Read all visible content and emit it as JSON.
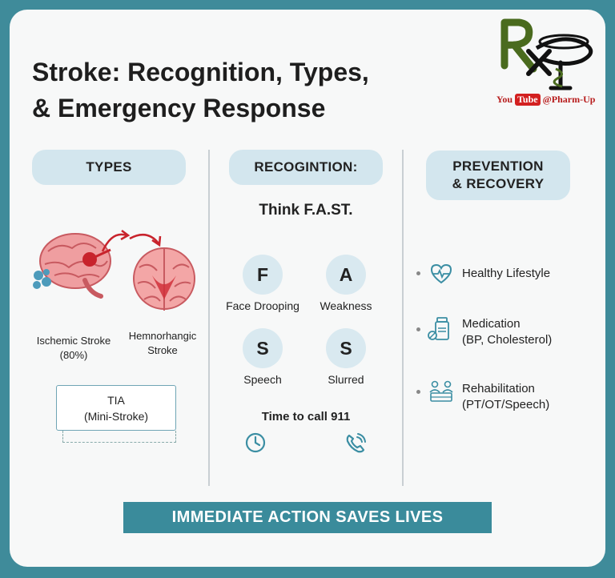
{
  "title": {
    "line1": "Stroke: Recognition, Types,",
    "line2": "& Emergency Response"
  },
  "logo": {
    "mark": "Rx",
    "youtube_you": "You",
    "youtube_tube": "Tube",
    "handle": "@Pharm-Up",
    "accent": "#b71c1c"
  },
  "types": {
    "header": "TYPES",
    "ischemic_label_line1": "Ischemic Stroke",
    "ischemic_label_line2": "(80%)",
    "hemorrhagic_label_line1": "Hemnorhangic",
    "hemorrhagic_label_line2": "Stroke",
    "tia_line1": "TIA",
    "tia_line2": "(Mini-Stroke)"
  },
  "recognition": {
    "header": "RECOGINTION:",
    "think": "Think F.A.ST.",
    "fast": [
      {
        "letter": "F",
        "label": "Face Drooping"
      },
      {
        "letter": "A",
        "label": "Weakness"
      },
      {
        "letter": "S",
        "label": "Speech"
      },
      {
        "letter": "S",
        "label": "Slurred"
      }
    ],
    "call": "Time to call 911",
    "icons": [
      "clock-icon",
      "phone-icon"
    ]
  },
  "prevention": {
    "header_line1": "PREVENTION",
    "header_line2": "& RECOVERY",
    "items": [
      {
        "icon": "heart-pulse-icon",
        "line1": "Healthy Lifestyle",
        "line2": ""
      },
      {
        "icon": "medication-icon",
        "line1": "Medication",
        "line2": "(BP, Cholesterol)"
      },
      {
        "icon": "rehabilitation-icon",
        "line1": "Rehabilitation",
        "line2": "(PT/OT/Speech)"
      }
    ]
  },
  "banner": "IMMEDIATE ACTION SAVES LIVES",
  "colors": {
    "frame": "#3f8b9a",
    "pill": "#d3e6ee",
    "banner": "#3a8b9b",
    "accent_teal": "#3b8ea3",
    "brain": "#e88f92"
  }
}
